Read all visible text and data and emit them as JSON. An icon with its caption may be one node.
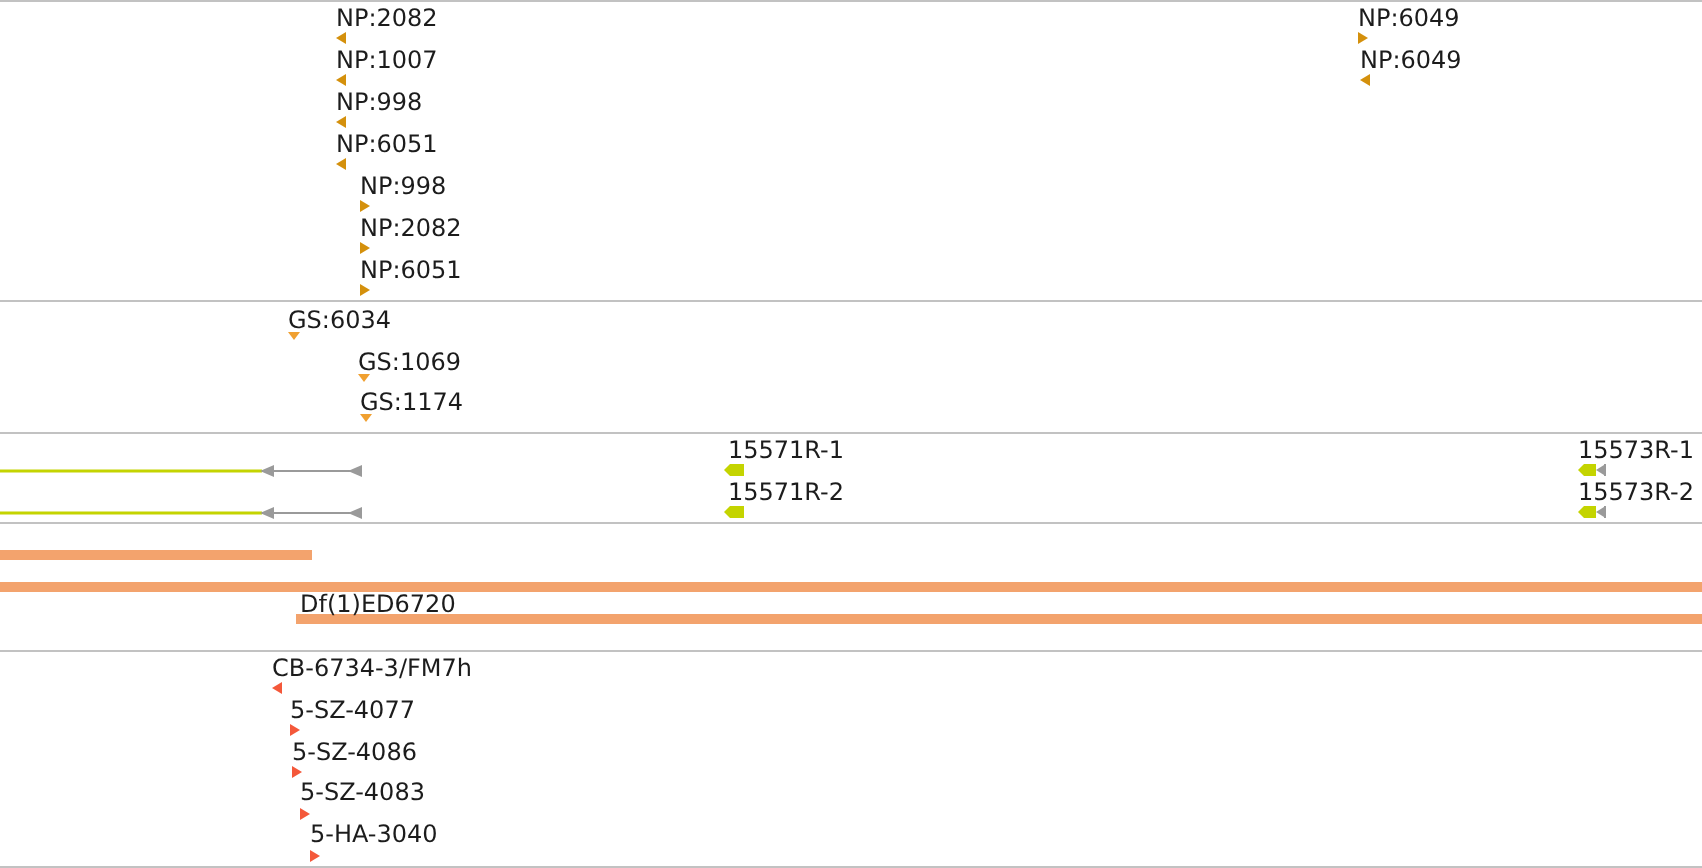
{
  "diagram": {
    "labels": [
      "NP:2082",
      "NP:6049",
      "NP:1007",
      "NP:6049",
      "NP:998",
      "NP:6051",
      "NP:998",
      "NP:2082",
      "NP:6051",
      "GS:6034",
      "GS:1069",
      "GS:1174",
      "15571R-1",
      "15573R-1",
      "15571R-2",
      "15573R-2",
      "Df(1)ED6720",
      "CB-6734-3/FM7h",
      "5-SZ-4077",
      "5-SZ-4086",
      "5-SZ-4083",
      "5-HA-3040"
    ]
  }
}
